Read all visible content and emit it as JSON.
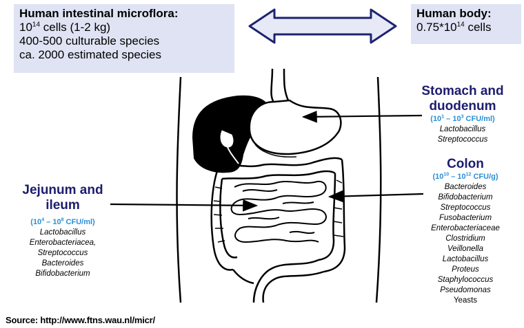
{
  "microflora_box": {
    "heading": "Human intestinal microflora:",
    "cells_prefix": "10",
    "cells_exp": "14",
    "cells_suffix": " cells (1-2 kg)",
    "culturable": "400-500 culturable species",
    "estimated": "ca. 2000 estimated species"
  },
  "body_box": {
    "heading": "Human body:",
    "cells_prefix": "0.75*10",
    "cells_exp": "14",
    "cells_suffix": " cells"
  },
  "stomach": {
    "title_line1": "Stomach and",
    "title_line2": "duodenum",
    "range_open": "(10",
    "range_exp1": "1",
    "range_mid": " – 10",
    "range_exp2": "3",
    "range_unit": " CFU/ml)",
    "bacteria": [
      "Lactobacillus",
      "Streptococcus"
    ]
  },
  "colon": {
    "title": "Colon",
    "range_open": "(10",
    "range_exp1": "10",
    "range_mid": " – 10",
    "range_exp2": "12",
    "range_unit": " CFU/g)",
    "bacteria": [
      "Bacteroides",
      "Bifidobacterium",
      "Streptococcus",
      "Fusobacterium",
      "Enterobacteriaceae",
      "Clostridium",
      "Veillonella",
      "Lactobacillus",
      "Proteus",
      "Staphylococcus",
      "Pseudomonas"
    ],
    "extra": "Yeasts"
  },
  "jejunum": {
    "title_line1": "Jejunum and",
    "title_line2": "ileum",
    "range_open": "(10",
    "range_exp1": "4",
    "range_mid": " – 10",
    "range_exp2": "8",
    "range_unit": " CFU/ml)",
    "bacteria": [
      "Lactobacillus",
      "Enterobacteriacea,",
      "Streptococcus",
      "Bacteroides",
      "Bifidobacterium"
    ]
  },
  "source": "Source: http://www.ftns.wau.nl/micr/"
}
